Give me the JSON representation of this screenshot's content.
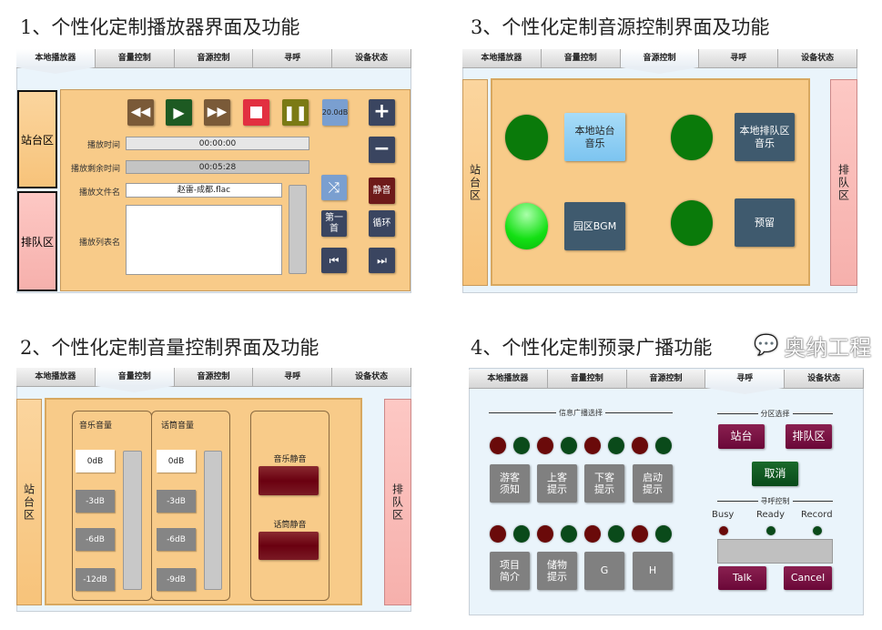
{
  "titles": [
    "1、个性化定制播放器界面及功能",
    "3、个性化定制音源控制界面及功能",
    "2、个性化定制音量控制界面及功能",
    "4、个性化定制预录广播功能"
  ],
  "tabs": [
    "本地播放器",
    "音量控制",
    "音源控制",
    "寻呼",
    "设备状态"
  ],
  "zones": {
    "station": "站台区",
    "queue": "排队区"
  },
  "player": {
    "volume_display": "20.0dB",
    "play_time_label": "播放时间",
    "play_time": "00:00:00",
    "remaining_label": "播放剩余时间",
    "remaining": "00:05:28",
    "file_label": "播放文件名",
    "file": "赵雷-成都.flac",
    "playlist_label": "播放列表名",
    "mute": "静音",
    "first": "第一首",
    "loop": "循环",
    "colors": {
      "rewind": "#7a5a38",
      "play": "#1d5a22",
      "stop": "#e23040",
      "pause": "#7b7a14",
      "mute": "#6e1a1a"
    }
  },
  "source": {
    "buttons": [
      "本地站台音乐",
      "本地排队区音乐",
      "园区BGM",
      "预留"
    ],
    "indicators": [
      "on-dark",
      "on-dark",
      "active",
      "on-dark"
    ]
  },
  "volume": {
    "music_label": "音乐音量",
    "mic_label": "话筒音量",
    "music_levels": [
      "0dB",
      "-3dB",
      "-6dB",
      "-12dB"
    ],
    "mic_levels": [
      "0dB",
      "-3dB",
      "-6dB",
      "-9dB"
    ],
    "music_mute": "音乐静音",
    "mic_mute": "话筒静音"
  },
  "paging": {
    "info_header": "信息广播选择",
    "row1": [
      "游客须知",
      "上客提示",
      "下客提示",
      "启动提示"
    ],
    "row2": [
      "项目简介",
      "储物提示",
      "G",
      "H"
    ],
    "zone_header": "分区选择",
    "zone_buttons": [
      "站台",
      "排队区"
    ],
    "cancel_zone": "取消",
    "control_header": "寻呼控制",
    "status": [
      "Busy",
      "Ready",
      "Record"
    ],
    "talk": "Talk",
    "cancel": "Cancel"
  },
  "watermark": "奥纳工程"
}
